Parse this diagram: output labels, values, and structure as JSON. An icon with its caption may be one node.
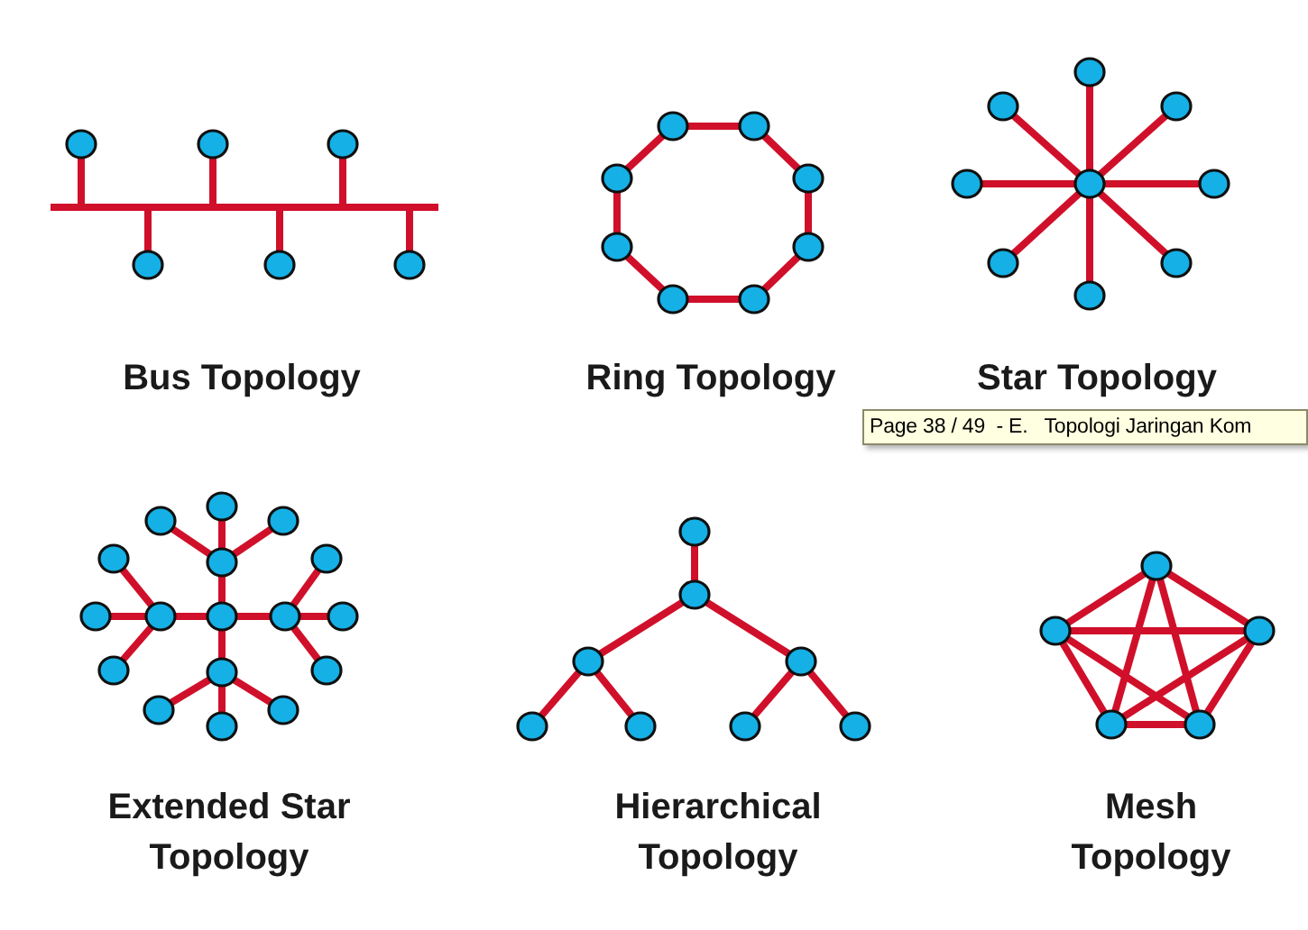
{
  "diagram": {
    "labels": [
      "Bus Topology",
      "Ring Topology",
      "Star Topology",
      "Page 38 / 49  - E.   Topologi Jaringan Kom",
      "Extended Star Topology",
      "Hierarchical Topology",
      "Mesh Topology"
    ]
  }
}
